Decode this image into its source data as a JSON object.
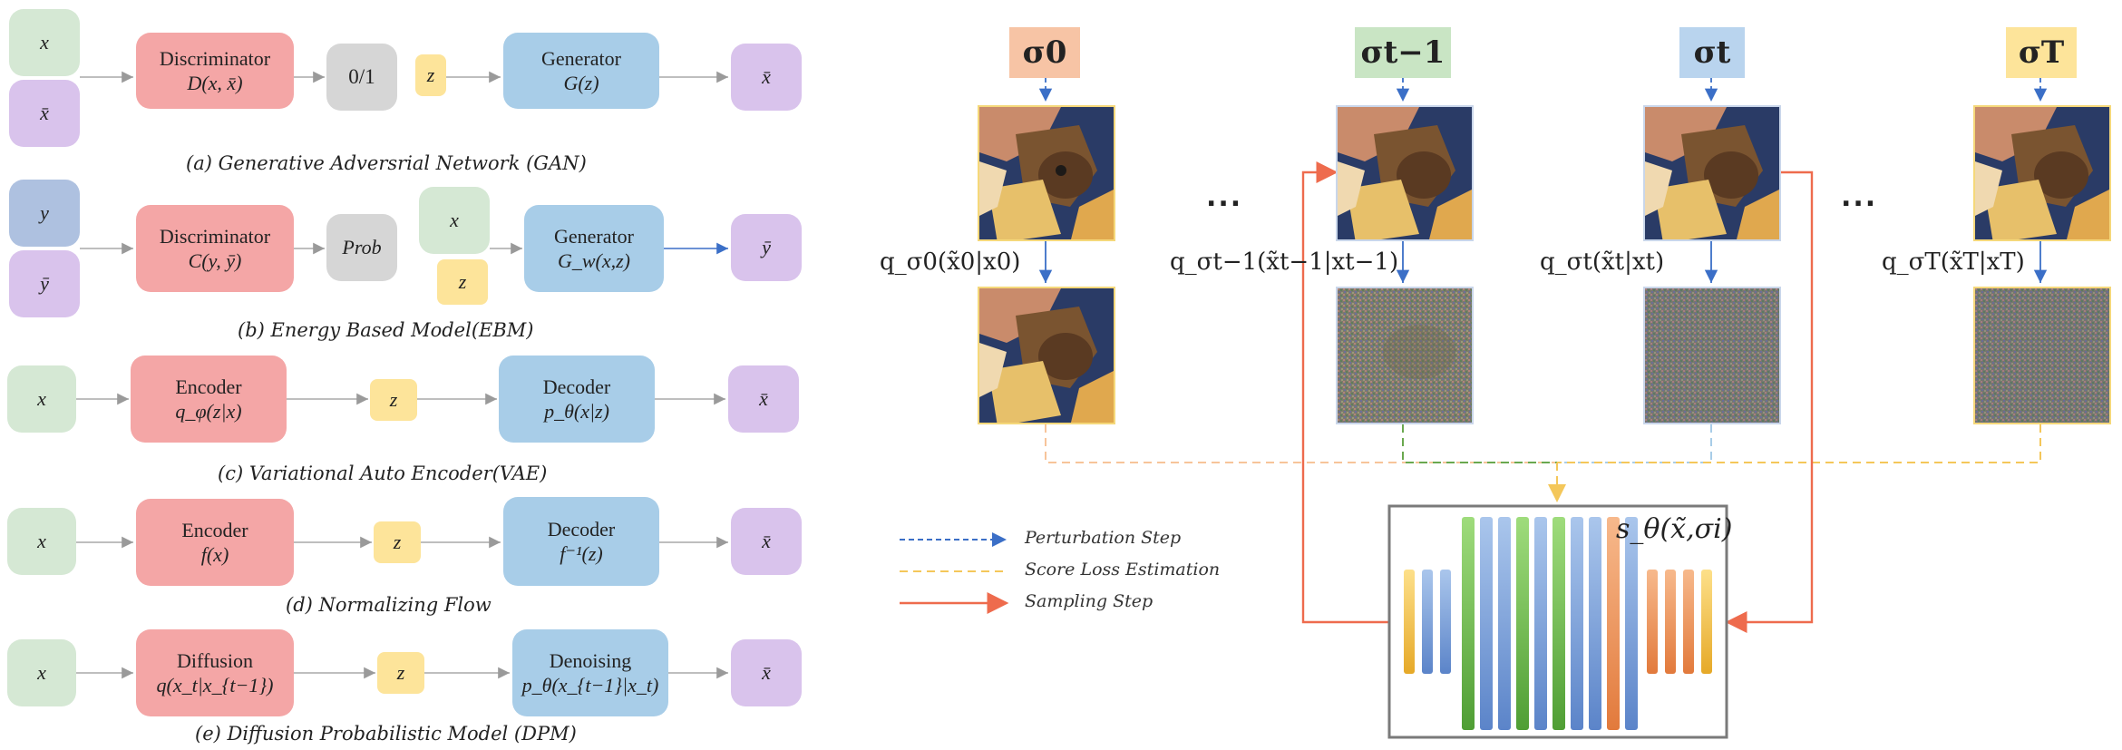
{
  "left": {
    "gan": {
      "x": "x",
      "xbar": "x̄",
      "disc_title": "Discriminator",
      "disc_formula": "D(x, x̄)",
      "out": "0/1",
      "z": "z",
      "gen_title": "Generator",
      "gen_formula": "G(z)",
      "result": "x̄",
      "caption": "(a) Generative Adversrial Network (GAN)"
    },
    "ebm": {
      "y": "y",
      "ybar": "ȳ",
      "disc_title": "Discriminator",
      "disc_formula": "C(y, ȳ)",
      "out": "Prob",
      "x": "x",
      "z": "z",
      "gen_title": "Generator",
      "gen_formula": "G_w(x,z)",
      "result": "ȳ",
      "caption": "(b) Energy Based Model(EBM)"
    },
    "vae": {
      "x": "x",
      "enc_title": "Encoder",
      "enc_formula": "q_φ(z|x)",
      "z": "z",
      "dec_title": "Decoder",
      "dec_formula": "p_θ(x|z)",
      "result": "x̄",
      "caption": "(c) Variational Auto Encoder(VAE)"
    },
    "flow": {
      "x": "x",
      "enc_title": "Encoder",
      "enc_formula": "f(x)",
      "z": "z",
      "dec_title": "Decoder",
      "dec_formula": "f⁻¹(z)",
      "result": "x̄",
      "caption": "(d) Normalizing Flow"
    },
    "dpm": {
      "x": "x",
      "diff_title": "Diffusion",
      "diff_formula": "q(x_t|x_{t−1})",
      "z": "z",
      "den_title": "Denoising",
      "den_formula": "p_θ(x_{t−1}|x_t)",
      "result": "x̄",
      "caption": "(e) Diffusion Probabilistic Model (DPM)"
    }
  },
  "right": {
    "sigmas": [
      "σ0",
      "σt−1",
      "σt",
      "σT"
    ],
    "q_labels": [
      "q_σ0(x̃0|x0)",
      "q_σt−1(x̃t−1|xt−1)",
      "q_σt(x̃t|xt)",
      "q_σT(x̃T|xT)"
    ],
    "dots": "...",
    "score_label": "s_θ(x̃,σi)",
    "legend": {
      "perturbation": "Perturbation Step",
      "score": "Score Loss Estimation",
      "sampling": "Sampling Step"
    },
    "colors": {
      "sigma0": "#f7c4a5",
      "sigma_t1": "#c9e5c4",
      "sigma_t": "#b9d4ee",
      "sigmaT": "#fde49a",
      "perturb": "#3b6fc7",
      "score": "#f4c75a",
      "sampling": "#ee6b4d"
    }
  }
}
